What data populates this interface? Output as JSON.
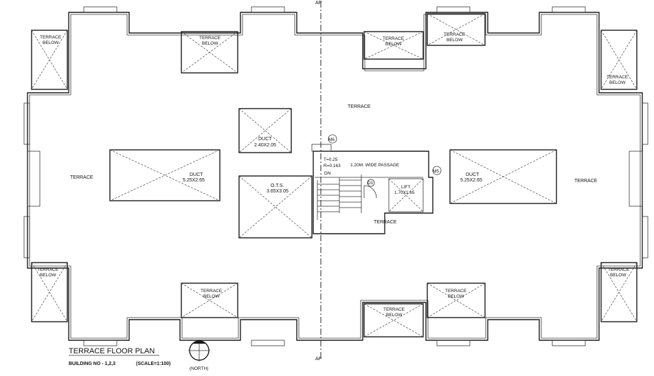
{
  "labels": {
    "terrace": "TERRACE",
    "terrace_below_1": "TERRACE",
    "terrace_below_2": "BELOW",
    "duct": "DUCT",
    "duct_small_dim": "2.40X2.05",
    "duct_left_dim": "5.25X2.65",
    "duct_right_dim": "5.25X2.65",
    "ots": "O.T.S.",
    "ots_dim": "3.65X3.05",
    "lift": "LIFT",
    "lift_dim": "1.70X1.65",
    "stair_t": "T=0.25",
    "stair_r": "R=0.163",
    "stair_dn": "DN",
    "passage": "1.20M. WIDE PASSAGE",
    "tag_m6": "M6",
    "tag_d1": "D1",
    "tag_m5": "M5",
    "section_top": "AP",
    "section_bottom": "AP"
  },
  "title": {
    "main": "TERRACE FLOOR PLAN",
    "building": "BUILDING NO - 1,2,3",
    "scale": "(SCALE=1:100)",
    "north": "(NORTH)"
  }
}
